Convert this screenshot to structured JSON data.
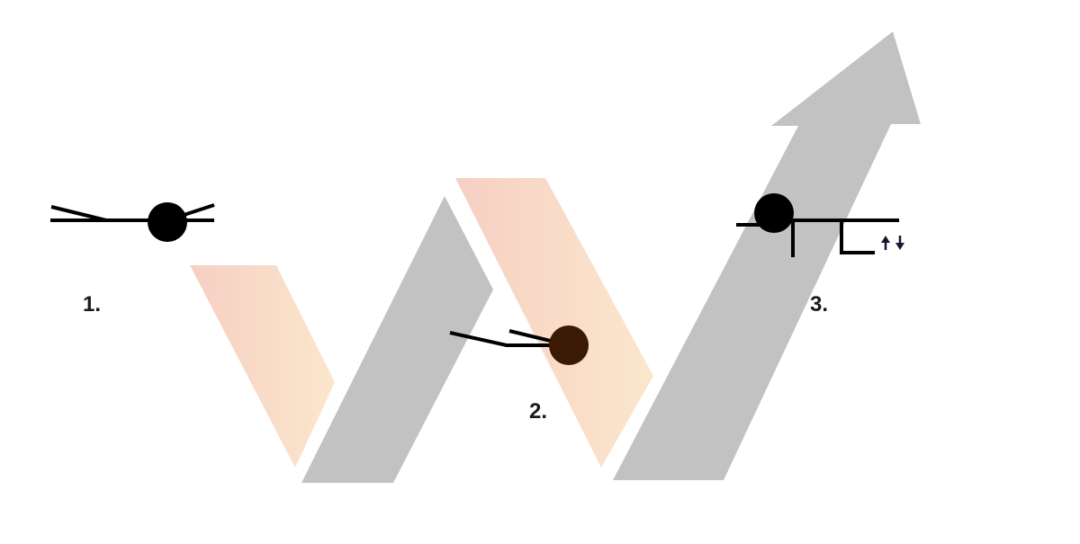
{
  "colors": {
    "background": "#ffffff",
    "gray_band": "#c2c2c2",
    "peach_start": "#f6cfc3",
    "peach_end": "#fbe7cc",
    "stroke": "#000000",
    "dot_step1": "#000000",
    "dot_step2": "#3a1a04",
    "dot_step3": "#000000",
    "small_arrows": "#1d1433"
  },
  "steps": [
    {
      "label": "1.",
      "icon": "open-angle-with-dot-icon"
    },
    {
      "label": "2.",
      "icon": "open-angle-with-dot-icon"
    },
    {
      "label": "3.",
      "icon": "dot-with-bracket-and-up-down-arrows-icon"
    }
  ]
}
